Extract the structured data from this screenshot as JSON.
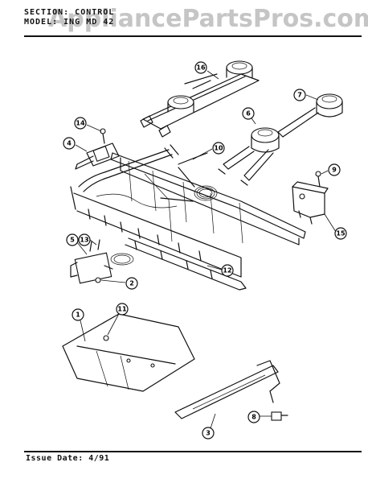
{
  "header": {
    "section_line": "SECTION: CONTROL",
    "model_line": "MODEL: ING MD 42"
  },
  "watermark": "AppliancePartsPros.com",
  "footer": {
    "issue_date": "Issue Date: 4/91"
  },
  "callouts": [
    {
      "id": "c1",
      "label": "1"
    },
    {
      "id": "c2",
      "label": "2"
    },
    {
      "id": "c3",
      "label": "3"
    },
    {
      "id": "c4",
      "label": "4"
    },
    {
      "id": "c5",
      "label": "5"
    },
    {
      "id": "c6",
      "label": "6"
    },
    {
      "id": "c7",
      "label": "7"
    },
    {
      "id": "c8",
      "label": "8"
    },
    {
      "id": "c9",
      "label": "9"
    },
    {
      "id": "c10",
      "label": "10"
    },
    {
      "id": "c11",
      "label": "11"
    },
    {
      "id": "c12",
      "label": "12"
    },
    {
      "id": "c13",
      "label": "13"
    },
    {
      "id": "c14",
      "label": "14"
    },
    {
      "id": "c15",
      "label": "15"
    },
    {
      "id": "c16",
      "label": "16"
    }
  ]
}
